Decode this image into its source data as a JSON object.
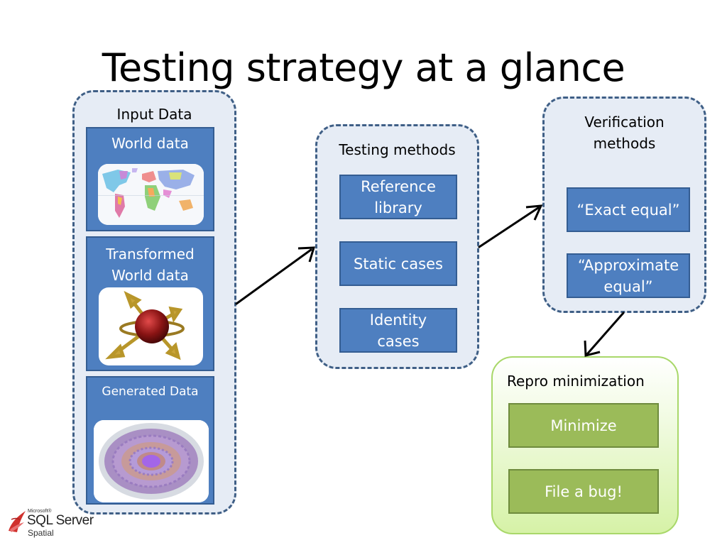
{
  "title": "Testing strategy at a glance",
  "input_data": {
    "label": "Input Data",
    "panels": [
      {
        "label": "World data"
      },
      {
        "label": "Transformed World data"
      },
      {
        "label": "Generated Data"
      }
    ]
  },
  "testing_methods": {
    "label": "Testing methods",
    "items": [
      "Reference library",
      "Static cases",
      "Identity cases"
    ]
  },
  "verification_methods": {
    "label": "Verification methods",
    "items": [
      "“Exact equal”",
      "“Approximate equal”"
    ]
  },
  "repro_minimization": {
    "label": "Repro minimization",
    "items": [
      "Minimize",
      "File a bug!"
    ]
  },
  "logo": {
    "microsoft": "Microsoft®",
    "product": "SQL Server",
    "sub": "Spatial"
  },
  "colors": {
    "box_blue": "#4e7fc0",
    "group_border": "#3f5f86",
    "group_fill": "#e6ecf5",
    "box_green": "#9bbb59",
    "logo_red": "#d0312d"
  }
}
